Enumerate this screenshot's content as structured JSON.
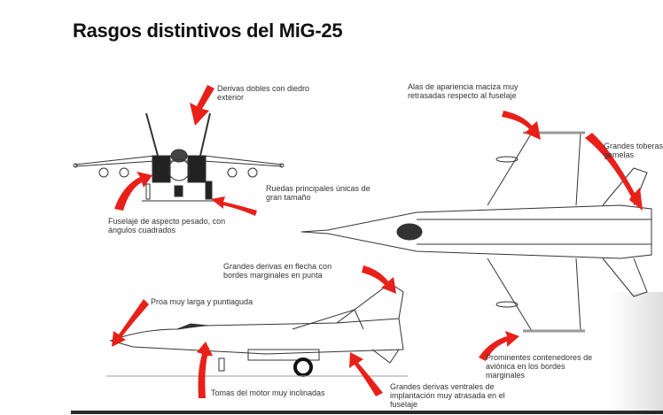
{
  "title": "Rasgos distintivos del MiG-25",
  "callouts": {
    "twin_fins": [
      "Derivas dobles con diedro",
      "exterior"
    ],
    "main_wheels": [
      "Ruedas principales únicas de",
      "gran tamaño"
    ],
    "fuselage": [
      "Fuselaje de aspecto pesado, con",
      "ángulos cuadrados"
    ],
    "wings": [
      "Alas de apariencia maciza muy",
      "retrasadas respecto al fuselaje"
    ],
    "nozzles": [
      "Grandes toberas",
      "gemelas"
    ],
    "swept_fins": [
      "Grandes derivas en flecha con",
      "bordes marginales en punta"
    ],
    "nose": [
      "Proa muy larga y puntiaguda"
    ],
    "intakes": [
      "Tomas del motor muy inclinadas"
    ],
    "ventral_fins": [
      "Grandes derivas ventrales de",
      "implantación muy atrasada en el",
      "fuselaje"
    ],
    "avionics_pods": [
      "Prominentes contenedores de",
      "aviónica en los bordes",
      "marginales"
    ]
  },
  "colors": {
    "arrow": "#e8201a",
    "line": "#333333"
  }
}
